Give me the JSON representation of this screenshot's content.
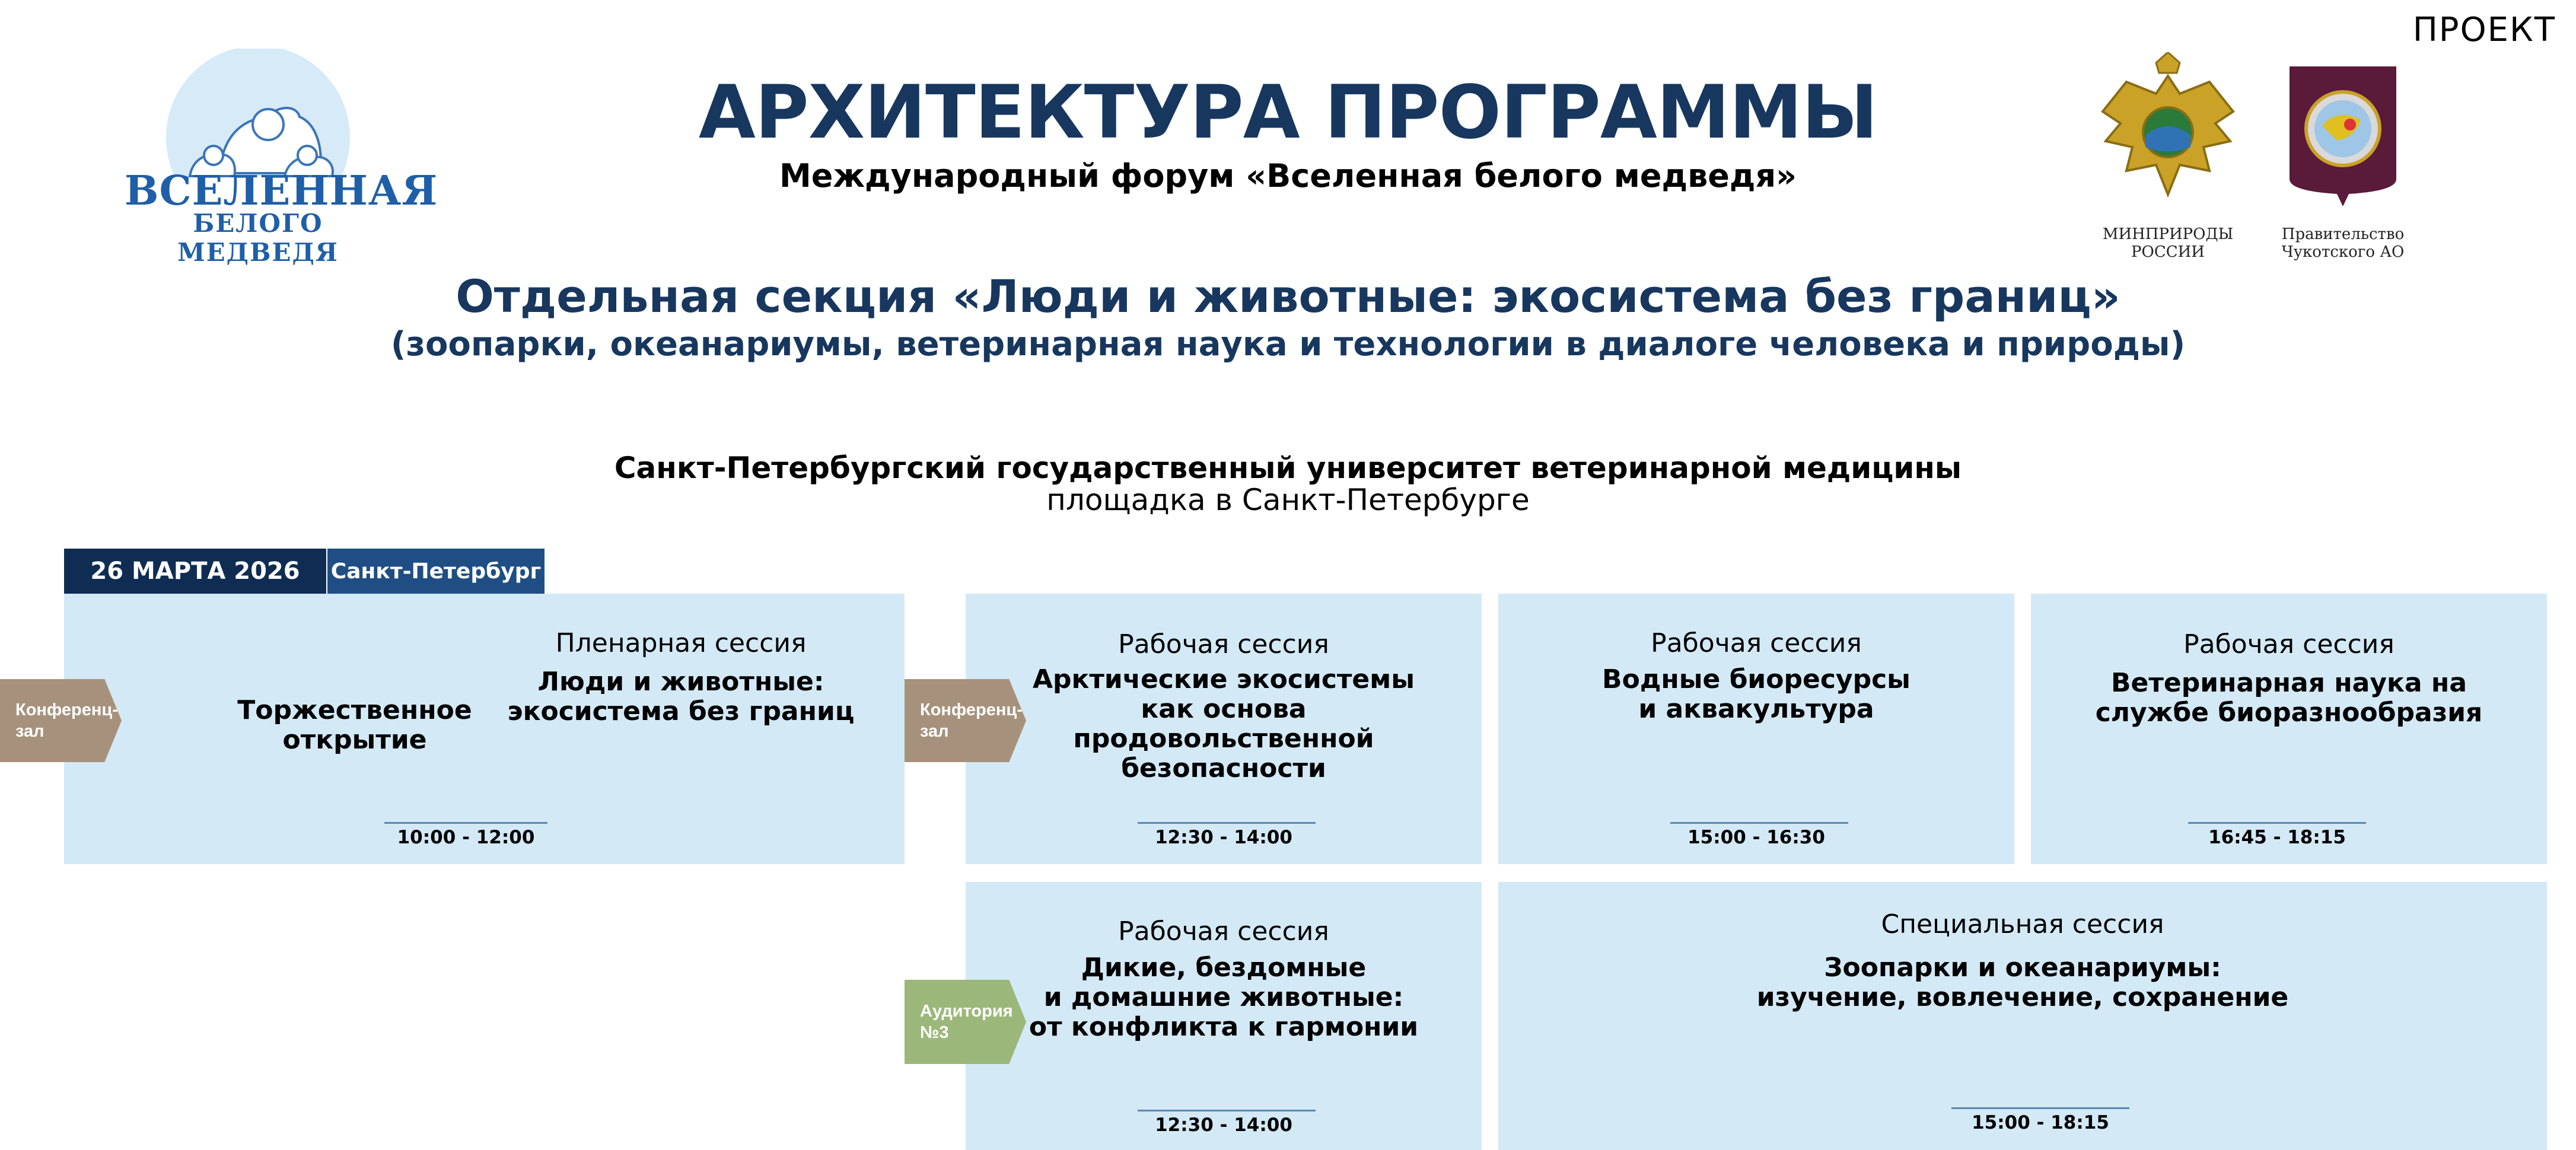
{
  "header": {
    "project_label": "ПРОЕКТ",
    "title": "АРХИТЕКТУРА ПРОГРАММЫ",
    "forum_subtitle": "Международный форум «Вселенная белого медведя»",
    "section_title": "Отдельная секция «Люди и животные: экосистема без границ»",
    "section_subtitle": "(зоопарки, океанариумы, ветеринарная наука и технологии в диалоге человека и природы)"
  },
  "logo": {
    "line1": "ВСЕЛЕННАЯ",
    "line2": "БЕЛОГО МЕДВЕДЯ",
    "icon": "polar-bear-family-icon",
    "color": "#1f5fa8"
  },
  "emblems": {
    "ministry": {
      "caption_line1": "МИНПРИРОДЫ",
      "caption_line2": "РОССИИ",
      "icon": "double-headed-eagle-emblem"
    },
    "chukotka": {
      "caption_line1": "Правительство",
      "caption_line2": "Чукотского АО",
      "icon": "chukotka-coat-of-arms"
    }
  },
  "venue": {
    "name": "Санкт-Петербургский государственный университет ветеринарной медицины",
    "place": "площадка в Санкт-Петербурге"
  },
  "schedule": {
    "date": "26 МАРТА 2026",
    "city": "Санкт-Петербург",
    "rooms": {
      "conference_hall_1": {
        "line1": "Конференц-",
        "line2": "зал"
      },
      "conference_hall_2": {
        "line1": "Конференц-",
        "line2": "зал"
      },
      "auditorium_3": {
        "line1": "Аудитория",
        "line2": "№3"
      }
    },
    "plenary": {
      "opening": {
        "line1": "Торжественное",
        "line2": "открытие"
      },
      "type": "Пленарная сессия",
      "title_line1": "Люди и животные:",
      "title_line2": "экосистема без границ",
      "time": "10:00 - 12:00"
    },
    "sessions": [
      {
        "type": "Рабочая сессия",
        "title": [
          "Арктические экосистемы",
          "как основа",
          "продовольственной",
          "безопасности"
        ],
        "time": "12:30 - 14:00"
      },
      {
        "type": "Рабочая сессия",
        "title": [
          "Водные биоресурсы",
          "и аквакультура"
        ],
        "time": "15:00 - 16:30"
      },
      {
        "type": "Рабочая сессия",
        "title": [
          "Ветеринарная наука на",
          "службе биоразнообразия"
        ],
        "time": "16:45 - 18:15"
      },
      {
        "type": "Рабочая сессия",
        "title": [
          "Дикие, бездомные",
          "и домашние животные:",
          "от  конфликта к гармонии"
        ],
        "time": "12:30 - 14:00"
      },
      {
        "type": "Специальная сессия",
        "title": [
          "Зоопарки и океанариумы:",
          "изучение, вовлечение, сохранение"
        ],
        "time": "15:00 - 18:15"
      }
    ]
  },
  "colors": {
    "title": "#17375e",
    "box_bg": "#d3e9f6",
    "date_badge": "#0f2d52",
    "city_badge": "#1f4e84",
    "room_conference": "#a6927c",
    "room_auditorium": "#9bb87a"
  }
}
